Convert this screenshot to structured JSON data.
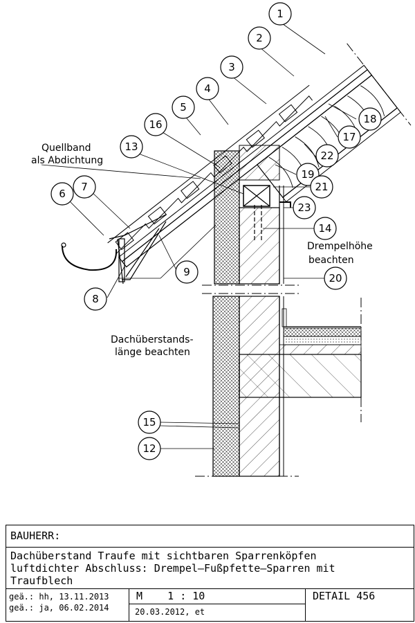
{
  "drawing": {
    "callouts": [
      "1",
      "2",
      "3",
      "4",
      "5",
      "6",
      "7",
      "8",
      "9",
      "12",
      "13",
      "14",
      "15",
      "16",
      "17",
      "18",
      "19",
      "20",
      "21",
      "22",
      "23"
    ],
    "note_seal": {
      "line1": "Quellband",
      "line2": "als Abdichtung"
    },
    "note_kneewall": {
      "line1": "Drempelhöhe",
      "line2": "beachten"
    },
    "note_overhang": {
      "line1": "Dachüberstands-",
      "line2": "länge beachten"
    }
  },
  "titleblock": {
    "client_label": "BAUHERR:",
    "description": "Dachüberstand Traufe mit sichtbaren Sparrenköpfen\nluftdichter Abschluss: Drempel—Fußpfette—Sparren mit\nTraufblech",
    "revisions": {
      "line1": "geä.: hh, 13.11.2013",
      "line2": "geä.: ja, 06.02.2014"
    },
    "scale": "M    1 : 10",
    "date": "20.03.2012, et",
    "detail": "DETAIL 456"
  }
}
